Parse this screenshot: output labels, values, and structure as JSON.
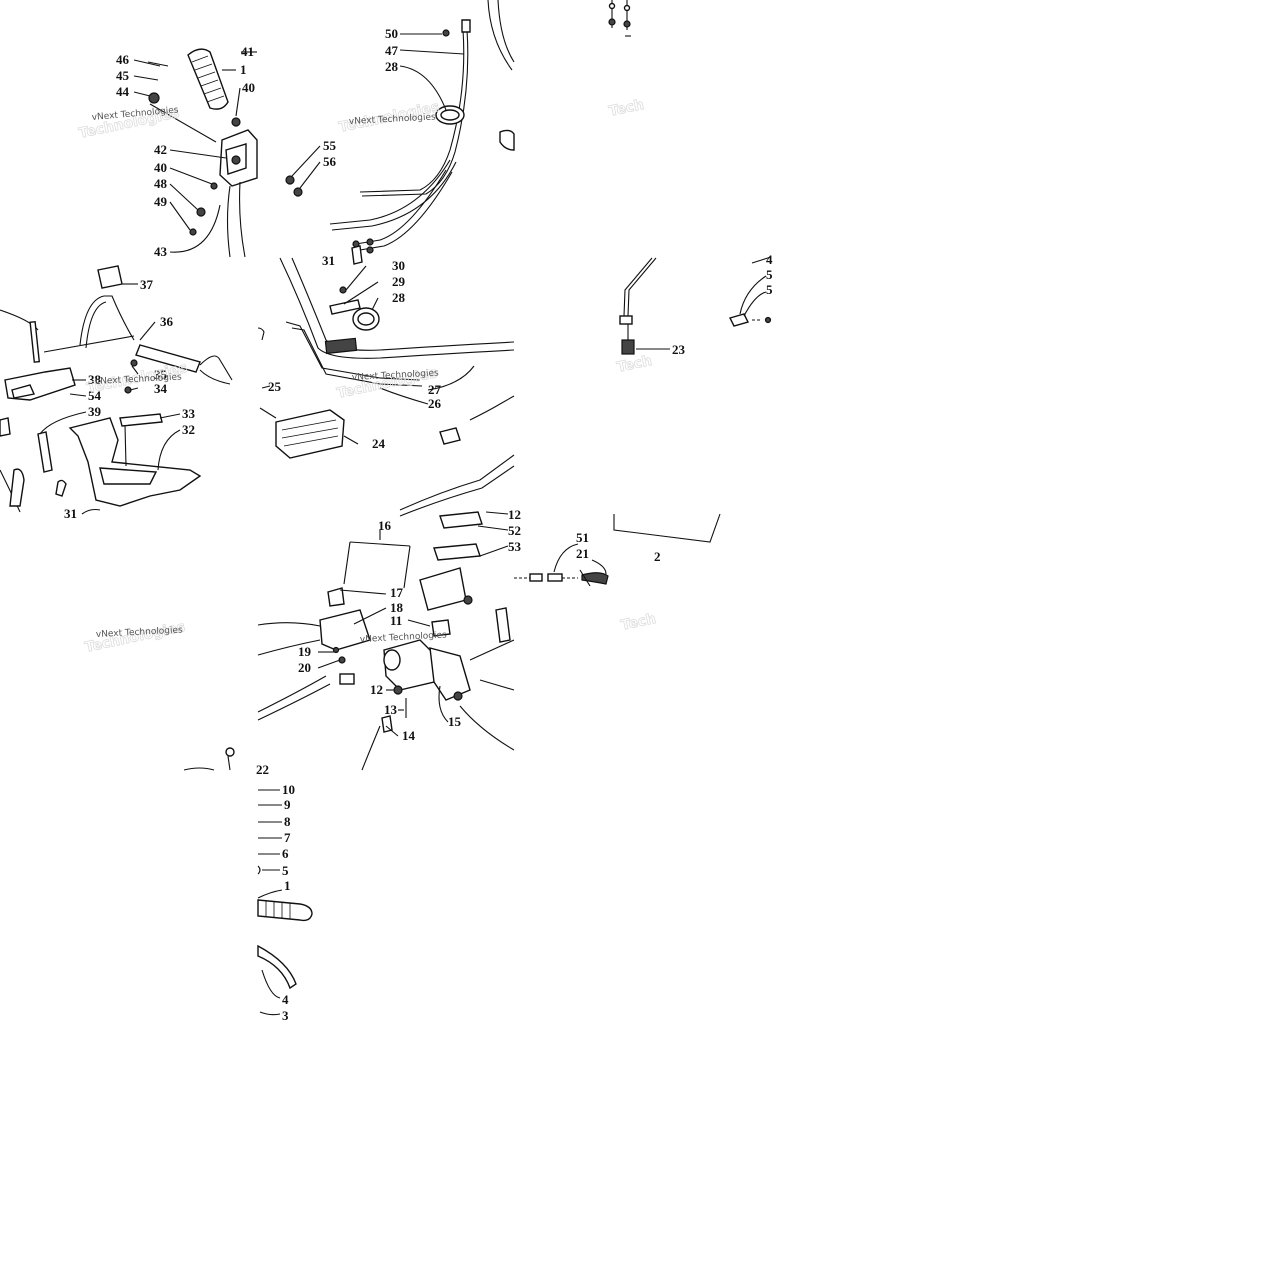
{
  "watermark": "vNext Technologies",
  "tiles": {
    "t1": {
      "labels": [
        {
          "id": "46",
          "text": "46"
        },
        {
          "id": "45",
          "text": "45"
        },
        {
          "id": "44",
          "text": "44"
        },
        {
          "id": "41",
          "text": "41"
        },
        {
          "id": "1",
          "text": "1"
        },
        {
          "id": "40a",
          "text": "40"
        },
        {
          "id": "42",
          "text": "42"
        },
        {
          "id": "40b",
          "text": "40"
        },
        {
          "id": "48",
          "text": "48"
        },
        {
          "id": "49",
          "text": "49"
        },
        {
          "id": "43",
          "text": "43"
        }
      ]
    },
    "t2": {
      "labels": [
        {
          "id": "50",
          "text": "50"
        },
        {
          "id": "47",
          "text": "47"
        },
        {
          "id": "28",
          "text": "28"
        },
        {
          "id": "55",
          "text": "55"
        },
        {
          "id": "56",
          "text": "56"
        }
      ]
    },
    "t3": {
      "labels": [
        {
          "id": "37",
          "text": "37"
        },
        {
          "id": "36",
          "text": "36"
        },
        {
          "id": "38",
          "text": "38"
        },
        {
          "id": "35",
          "text": "35"
        },
        {
          "id": "54",
          "text": "54"
        },
        {
          "id": "34",
          "text": "34"
        },
        {
          "id": "39",
          "text": "39"
        },
        {
          "id": "33",
          "text": "33"
        },
        {
          "id": "32",
          "text": "32"
        },
        {
          "id": "31",
          "text": "31"
        }
      ]
    },
    "t4": {
      "labels": [
        {
          "id": "31",
          "text": "31"
        },
        {
          "id": "30",
          "text": "30"
        },
        {
          "id": "29",
          "text": "29"
        },
        {
          "id": "28",
          "text": "28"
        },
        {
          "id": "25",
          "text": "25"
        },
        {
          "id": "27",
          "text": "27"
        },
        {
          "id": "26",
          "text": "26"
        },
        {
          "id": "24",
          "text": "24"
        }
      ]
    },
    "t5": {
      "labels": [
        {
          "id": "4",
          "text": "4"
        },
        {
          "id": "5a",
          "text": "5"
        },
        {
          "id": "5b",
          "text": "5"
        },
        {
          "id": "23",
          "text": "23"
        }
      ]
    },
    "t6": {
      "labels": [
        {
          "id": "16",
          "text": "16"
        },
        {
          "id": "12a",
          "text": "12"
        },
        {
          "id": "52",
          "text": "52"
        },
        {
          "id": "53",
          "text": "53"
        },
        {
          "id": "17",
          "text": "17"
        },
        {
          "id": "18",
          "text": "18"
        },
        {
          "id": "11",
          "text": "11"
        },
        {
          "id": "19",
          "text": "19"
        },
        {
          "id": "20",
          "text": "20"
        },
        {
          "id": "12b",
          "text": "12"
        },
        {
          "id": "13",
          "text": "13"
        },
        {
          "id": "14",
          "text": "14"
        },
        {
          "id": "15",
          "text": "15"
        }
      ]
    },
    "t7": {
      "labels": [
        {
          "id": "51",
          "text": "51"
        },
        {
          "id": "21",
          "text": "21"
        },
        {
          "id": "2",
          "text": "2"
        }
      ]
    },
    "t8": {
      "labels": [
        {
          "id": "10",
          "text": "10"
        },
        {
          "id": "9",
          "text": "9"
        },
        {
          "id": "8",
          "text": "8"
        },
        {
          "id": "7",
          "text": "7"
        },
        {
          "id": "6",
          "text": "6"
        },
        {
          "id": "5",
          "text": "5"
        },
        {
          "id": "1",
          "text": "1"
        },
        {
          "id": "4",
          "text": "4"
        },
        {
          "id": "3",
          "text": "3"
        },
        {
          "id": "22",
          "text": "22"
        }
      ]
    }
  }
}
